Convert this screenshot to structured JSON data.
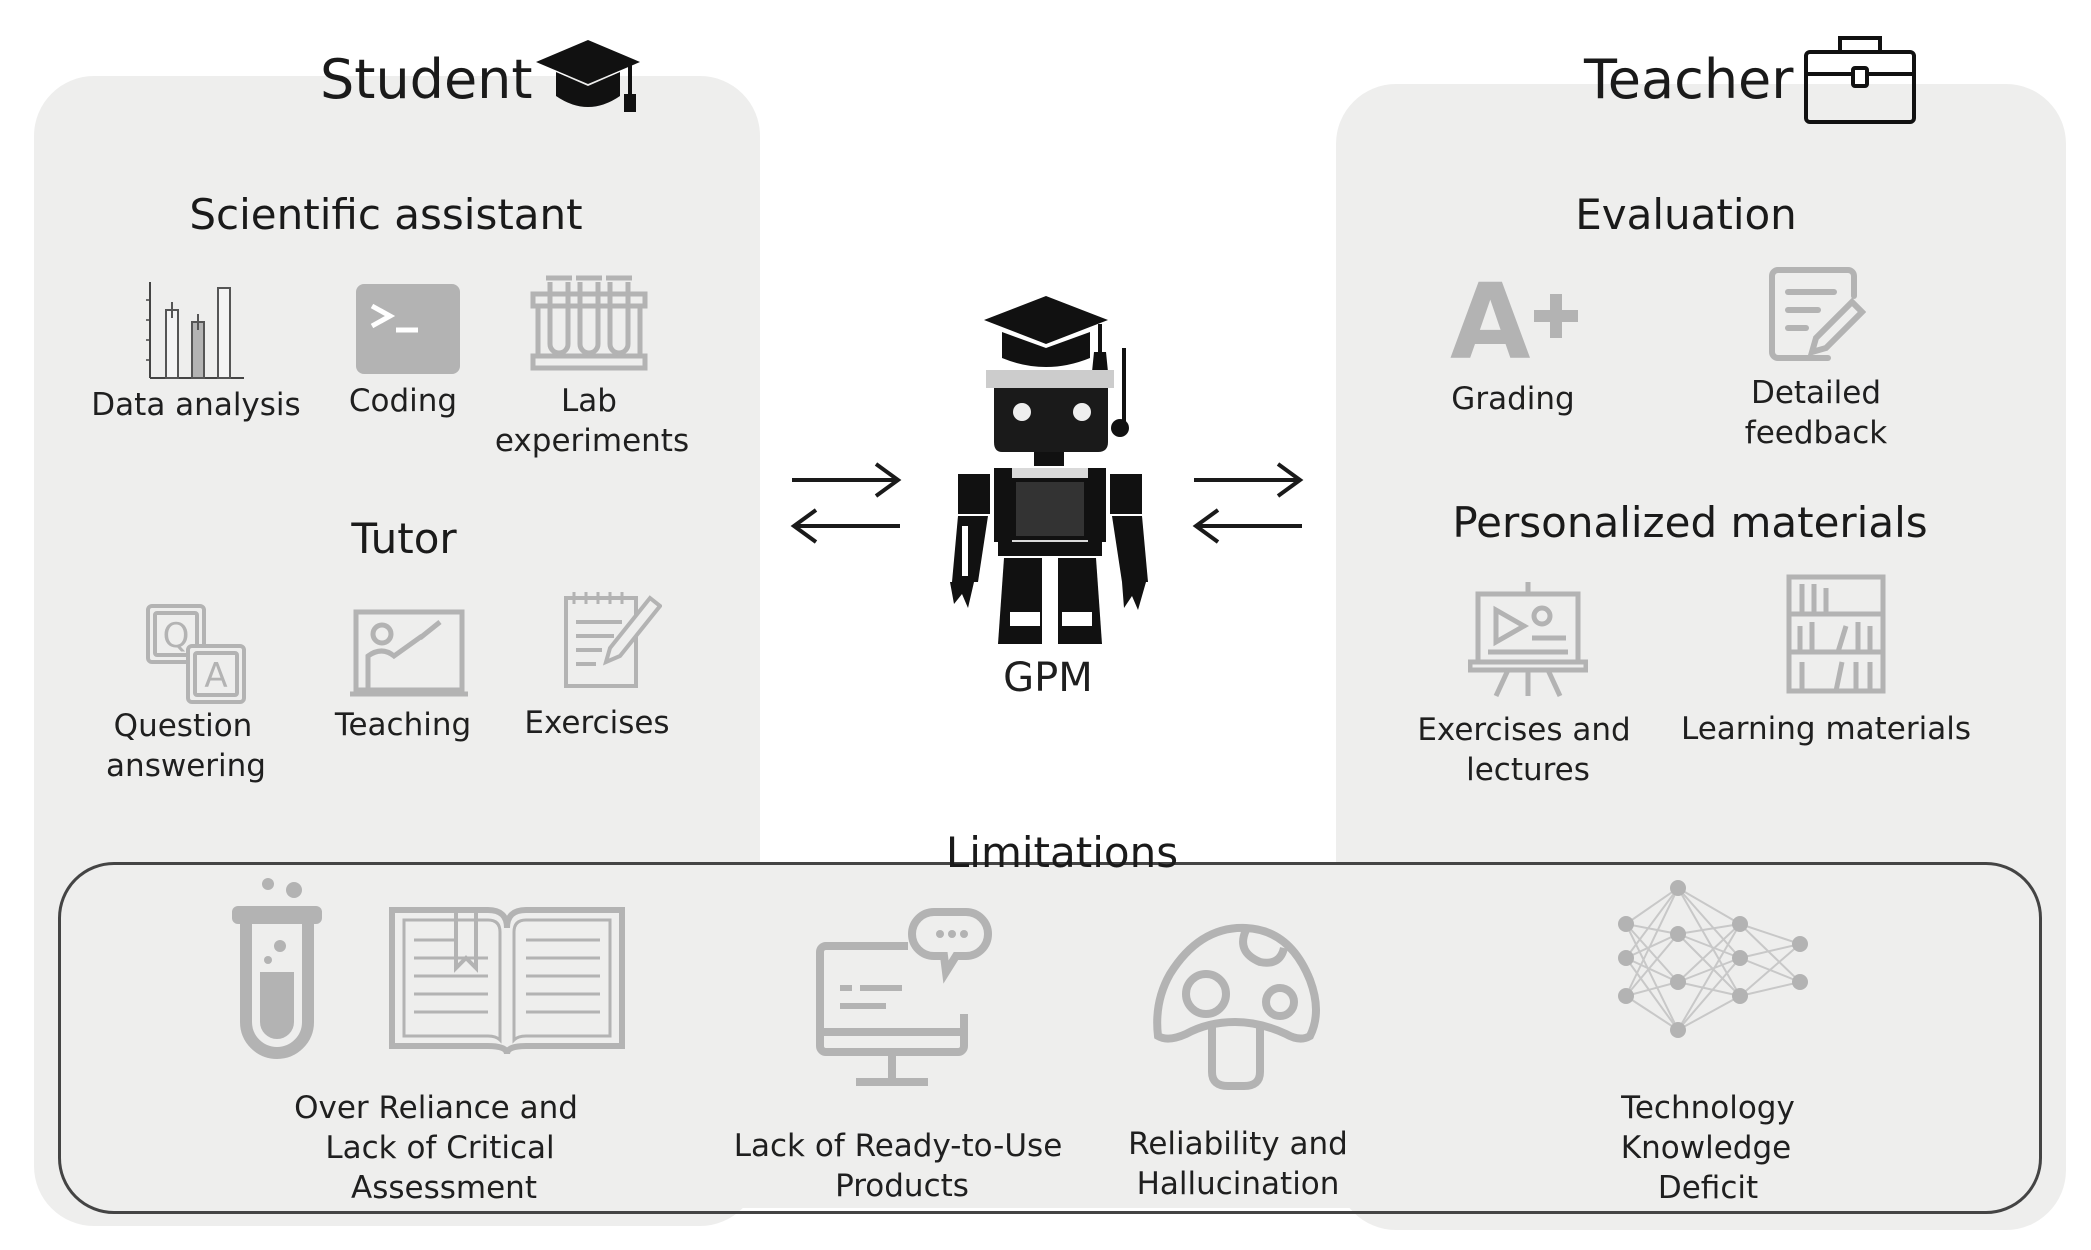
{
  "student": {
    "title": "Student",
    "scientific_assistant": {
      "heading": "Scientific assistant",
      "items": [
        {
          "label": "Data analysis",
          "icon": "bar-chart-icon"
        },
        {
          "label": "Coding",
          "icon": "terminal-icon"
        },
        {
          "label_line1": "Lab",
          "label_line2": "experiments",
          "icon": "test-tubes-icon"
        }
      ]
    },
    "tutor": {
      "heading": "Tutor",
      "items": [
        {
          "label_line1": "Question",
          "label_line2": "answering",
          "icon": "q-and-a-icon"
        },
        {
          "label": "Teaching",
          "icon": "teaching-board-icon"
        },
        {
          "label": "Exercises",
          "icon": "notepad-pencil-icon"
        }
      ]
    }
  },
  "teacher": {
    "title": "Teacher",
    "evaluation": {
      "heading": "Evaluation",
      "items": [
        {
          "label": "Grading",
          "icon": "a-plus-icon"
        },
        {
          "label_line1": "Detailed",
          "label_line2": "feedback",
          "icon": "edit-document-icon"
        }
      ]
    },
    "personalized": {
      "heading": "Personalized materials",
      "items": [
        {
          "label_line1": "Exercises and",
          "label_line2": "lectures",
          "icon": "presentation-easel-icon"
        },
        {
          "label": "Learning materials",
          "icon": "bookshelf-icon"
        }
      ]
    }
  },
  "center": {
    "label": "GPM",
    "icon": "robot-graduate-icon"
  },
  "limitations": {
    "heading": "Limitations",
    "items": [
      {
        "lines": [
          "Over Reliance and",
          "Lack of Critical",
          "Assessment"
        ],
        "icon": "test-tube-book-icon"
      },
      {
        "lines": [
          "Lack of Ready-to-Use",
          "Products"
        ],
        "icon": "monitor-chat-icon"
      },
      {
        "lines": [
          "Reliability and",
          "Hallucination"
        ],
        "icon": "mushroom-icon"
      },
      {
        "lines": [
          "Technology",
          "Knowledge",
          "Deficit"
        ],
        "icon": "neural-network-icon"
      }
    ]
  },
  "colors": {
    "panel": "#eeeeed",
    "icon_gray": "#b3b3b3",
    "dark": "#1a1a1a"
  }
}
